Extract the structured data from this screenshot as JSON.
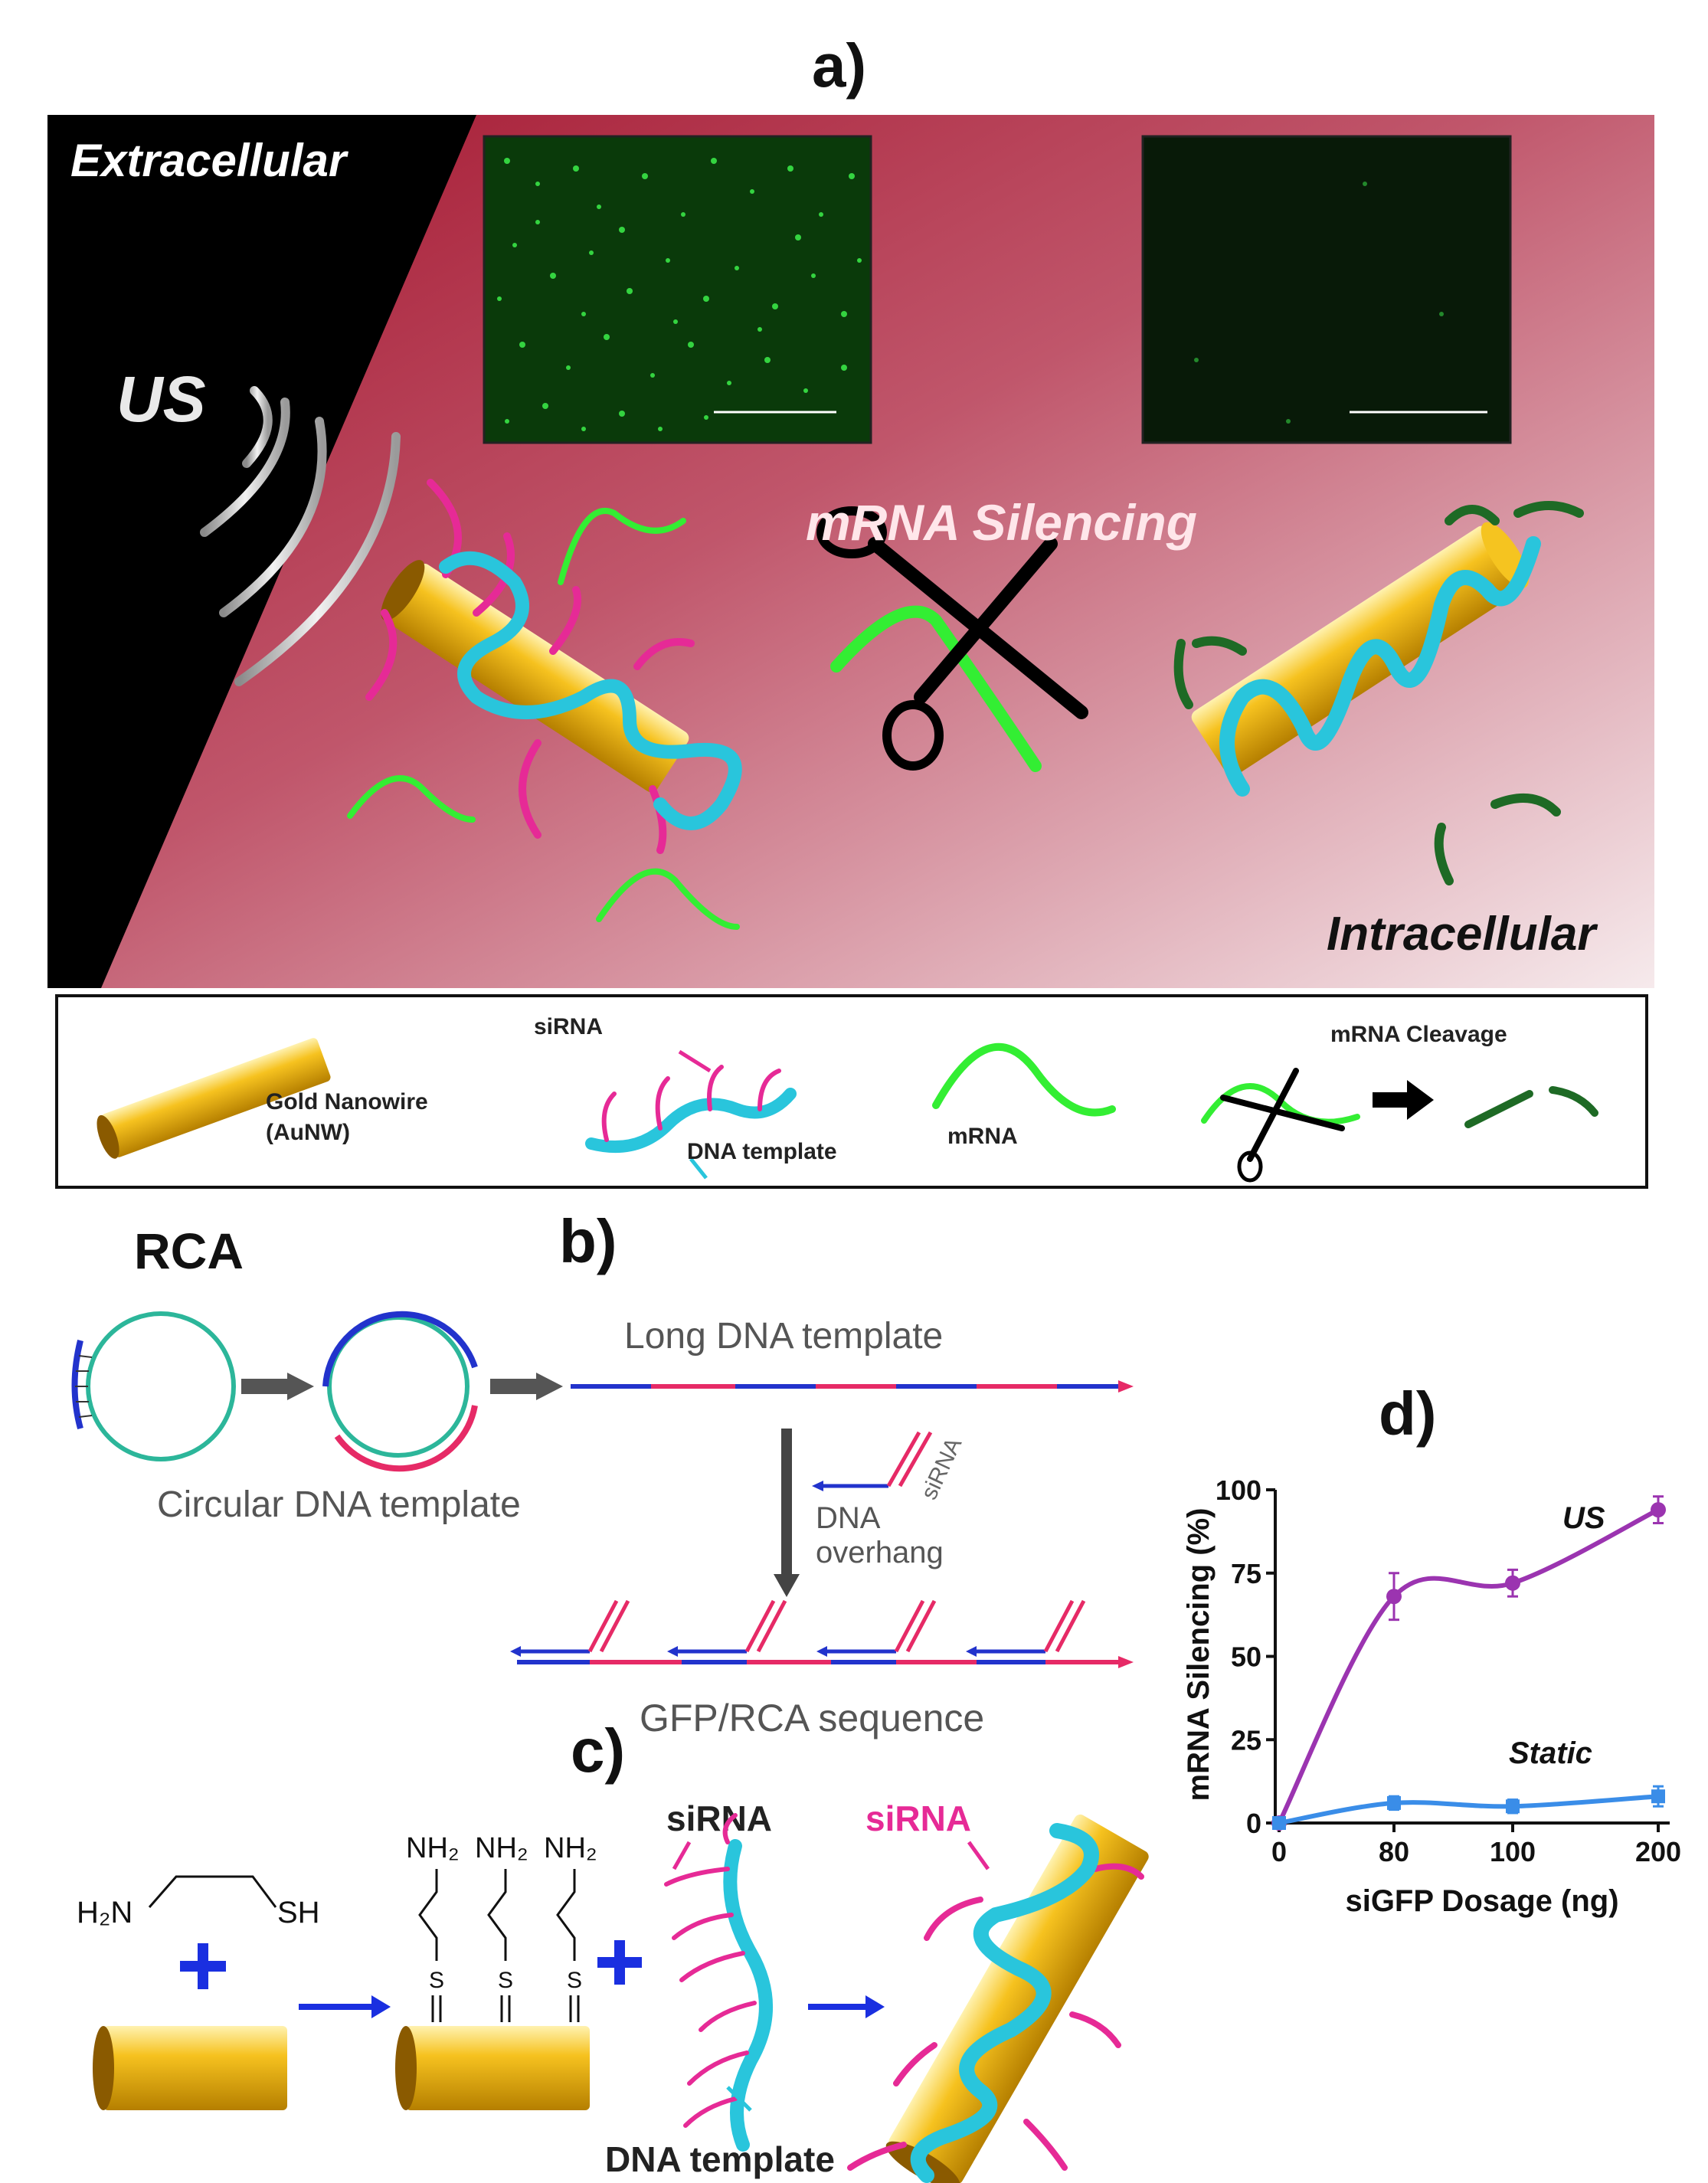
{
  "panels": {
    "a": "a)",
    "b": "b)",
    "c": "c)",
    "d": "d)"
  },
  "panel_a": {
    "extracellular": "Extracellular",
    "us": "US",
    "mrna_silencing": "mRNA Silencing",
    "intracellular": "Intracellular"
  },
  "legend": {
    "gold_nanowire": "Gold Nanowire",
    "aunw": "(AuNW)",
    "sirna": "siRNA",
    "dna_template": "DNA template",
    "mrna": "mRNA",
    "mrna_cleavage": "mRNA Cleavage"
  },
  "panel_b": {
    "rca": "RCA",
    "circular_dna_template": "Circular DNA template",
    "long_dna_template": "Long DNA template",
    "dna": "DNA",
    "overhang": "overhang",
    "sirna": "siRNA",
    "gfp_rca_sequence": "GFP/RCA sequence"
  },
  "panel_c": {
    "h2n": "H₂N",
    "sh": "SH",
    "nh2": "NH₂",
    "s": "S",
    "sirna_left": "siRNA",
    "dna_template": "DNA template",
    "sirna_right": "siRNA"
  },
  "colors": {
    "gold": "#f2b818",
    "cyan": "#29c5dc",
    "magenta": "#e62a96",
    "green": "#33ee33",
    "us_line": "#9b34b0",
    "static_line": "#3a8de8"
  },
  "chart_data": {
    "type": "line",
    "x_categories": [
      "0",
      "80",
      "100",
      "200"
    ],
    "ylabel": "mRNA Silencing (%)",
    "xlabel": "siGFP Dosage (ng)",
    "ylim": [
      0,
      100
    ],
    "yticks": [
      "0",
      "25",
      "50",
      "75",
      "100"
    ],
    "series": [
      {
        "name": "US",
        "values": [
          0,
          68,
          72,
          94
        ],
        "errors": [
          0,
          7,
          4,
          4
        ]
      },
      {
        "name": "Static",
        "values": [
          0,
          6,
          5,
          8
        ],
        "errors": [
          0,
          2,
          2,
          3
        ]
      }
    ]
  }
}
